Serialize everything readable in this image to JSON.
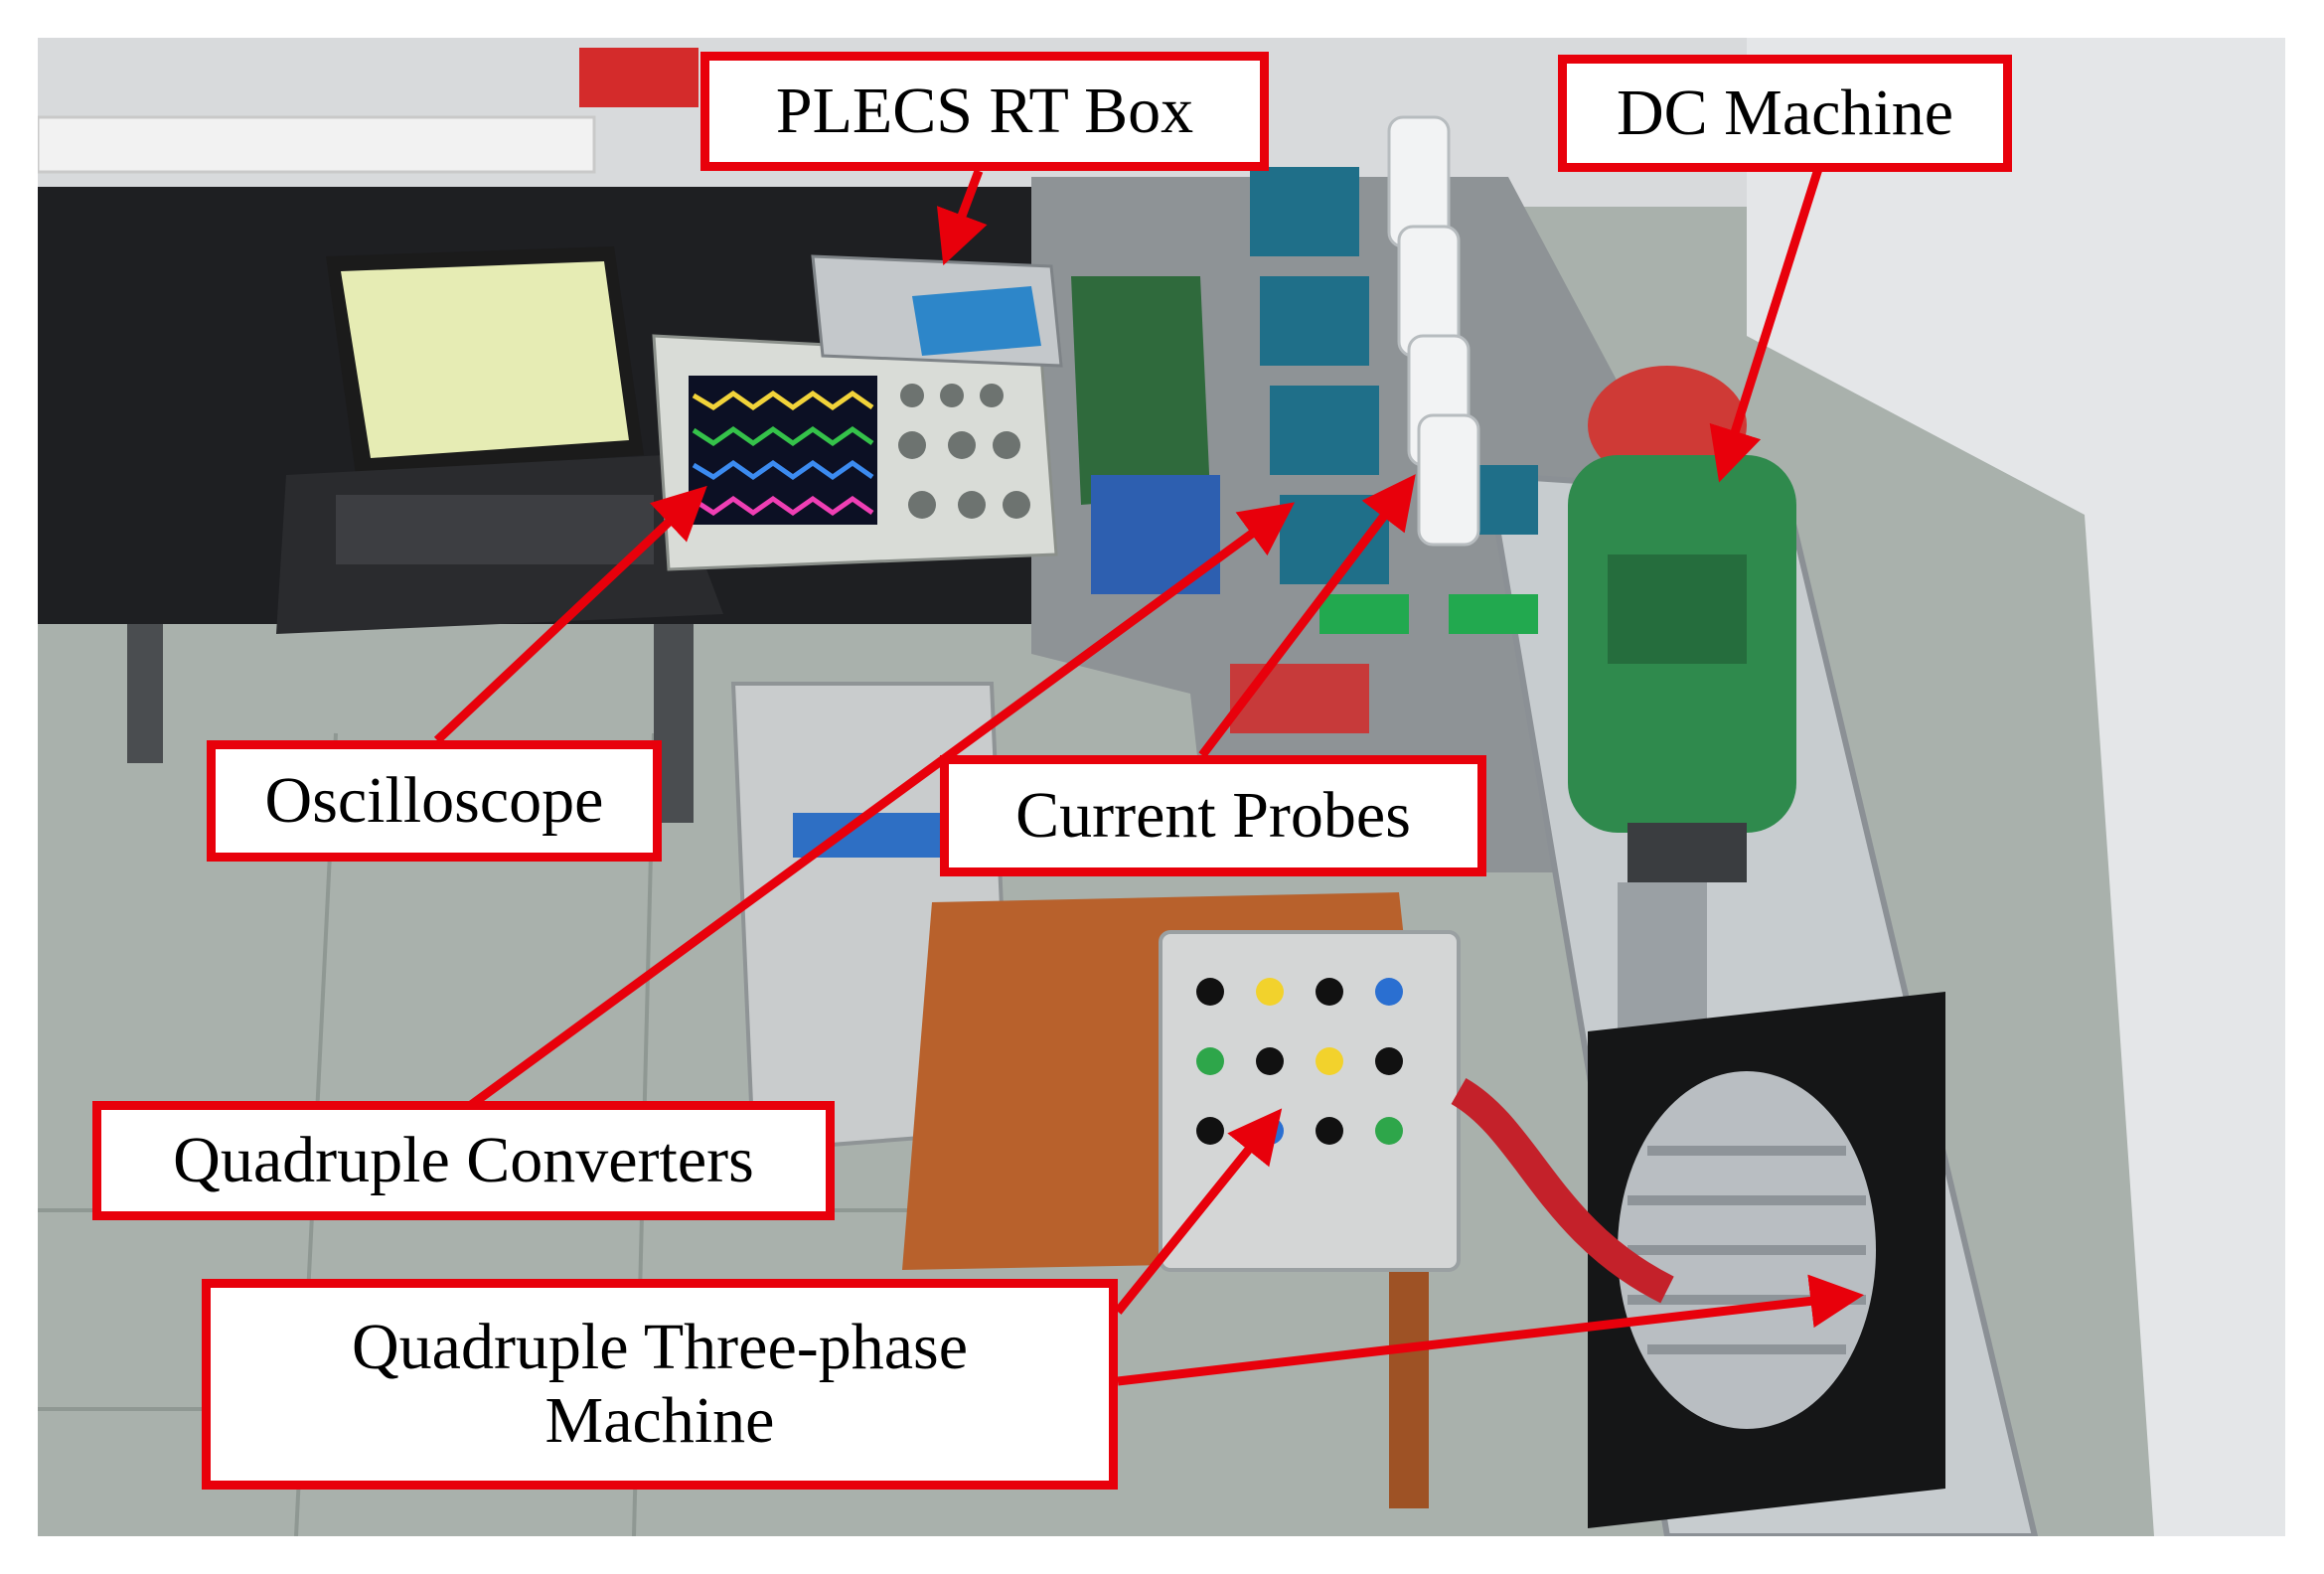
{
  "labels": {
    "plecs_rt_box": "PLECS RT Box",
    "dc_machine": "DC Machine",
    "oscilloscope": "Oscilloscope",
    "current_probes": "Current Probes",
    "quadruple_converters": "Quadruple Converters",
    "quadruple_machine_line1": "Quadruple Three-phase",
    "quadruple_machine_line2": "Machine"
  },
  "colors": {
    "callout_border": "#e8000b",
    "arrow": "#e8000b",
    "text": "#000000",
    "background": "#ffffff"
  }
}
